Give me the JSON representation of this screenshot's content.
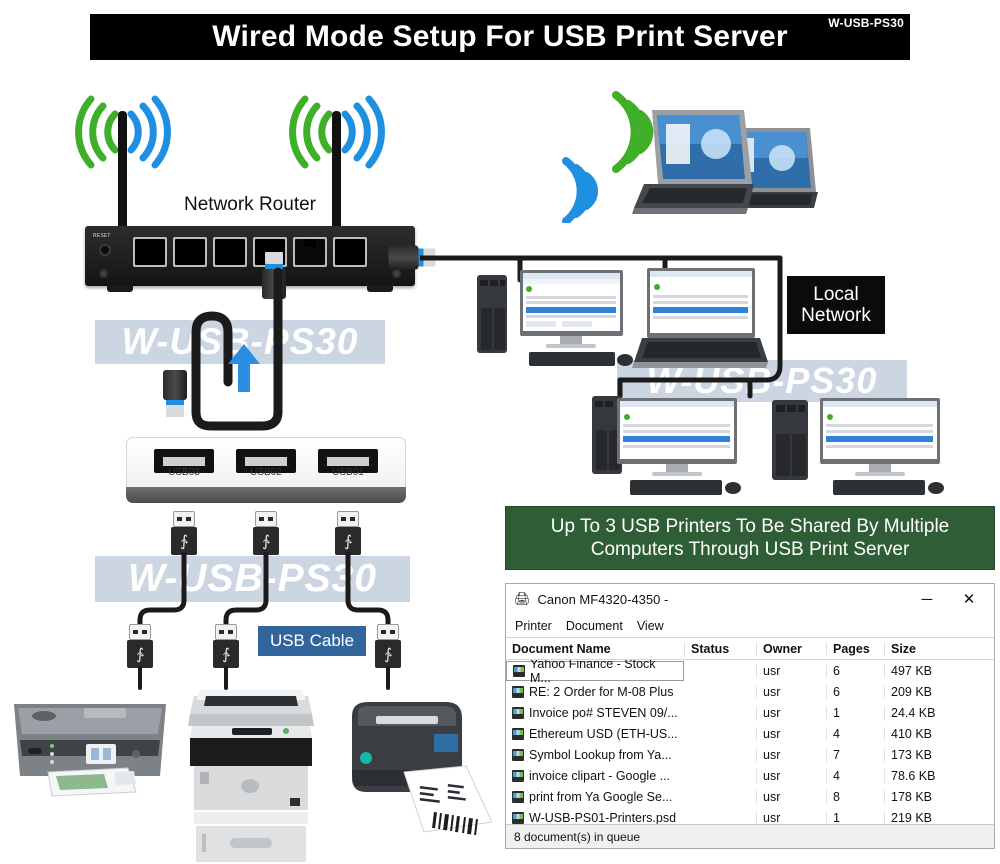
{
  "header": {
    "title": "Wired Mode Setup For USB Print Server",
    "model_code": "W-USB-PS30",
    "background_color": "#000000",
    "text_color": "#ffffff"
  },
  "watermark": {
    "text": "W-USB-PS30",
    "color": "#ffffff",
    "background": "#ccd6e2"
  },
  "labels": {
    "router": "Network Router",
    "router_reset": "RESET",
    "local_network_line1": "Local",
    "local_network_line2": "Network",
    "usb_cable": "USB Cable"
  },
  "hub": {
    "ports": [
      {
        "label": "USB03"
      },
      {
        "label": "USB02"
      },
      {
        "label": "USB01"
      }
    ]
  },
  "green_banner": {
    "line1": "Up To 3 USB Printers To Be Shared By Multiple",
    "line2": "Computers Through USB Print Server",
    "background": "#2f5d35",
    "text_color": "#ffffff"
  },
  "print_queue": {
    "title": "Canon MF4320-4350  -",
    "printer_icon": "printer-icon",
    "window_buttons": {
      "minimize": "─",
      "close": "✕"
    },
    "menu": [
      "Printer",
      "Document",
      "View"
    ],
    "columns": [
      "Document Name",
      "Status",
      "Owner",
      "Pages",
      "Size"
    ],
    "rows": [
      {
        "name": "Yahoo Finance - Stock M...",
        "status": "",
        "owner": "usr",
        "pages": "6",
        "size": "497 KB",
        "selected": true
      },
      {
        "name": "RE: 2 Order for M-08 Plus",
        "status": "",
        "owner": "usr",
        "pages": "6",
        "size": "209 KB",
        "selected": false
      },
      {
        "name": "Invoice po# STEVEN 09/...",
        "status": "",
        "owner": "usr",
        "pages": "1",
        "size": "24.4 KB",
        "selected": false
      },
      {
        "name": "Ethereum USD (ETH-US...",
        "status": "",
        "owner": "usr",
        "pages": "4",
        "size": "410 KB",
        "selected": false
      },
      {
        "name": "Symbol Lookup from Ya...",
        "status": "",
        "owner": "usr",
        "pages": "7",
        "size": "173 KB",
        "selected": false
      },
      {
        "name": "invoice clipart - Google ...",
        "status": "",
        "owner": "usr",
        "pages": "4",
        "size": "78.6 KB",
        "selected": false
      },
      {
        "name": "print from Ya Google Se...",
        "status": "",
        "owner": "usr",
        "pages": "8",
        "size": "178 KB",
        "selected": false
      },
      {
        "name": "W-USB-PS01-Printers.psd",
        "status": "",
        "owner": "usr",
        "pages": "1",
        "size": "219 KB",
        "selected": false
      }
    ],
    "status_text": "8 document(s) in queue"
  },
  "colors": {
    "wifi_green": "#3fae29",
    "wifi_blue": "#1f8fe0",
    "cable_black": "#1b1b1b",
    "arrow_blue": "#2a8fe0",
    "banner_green": "#2f5d35",
    "usb_cable_badge": "#31659b"
  }
}
